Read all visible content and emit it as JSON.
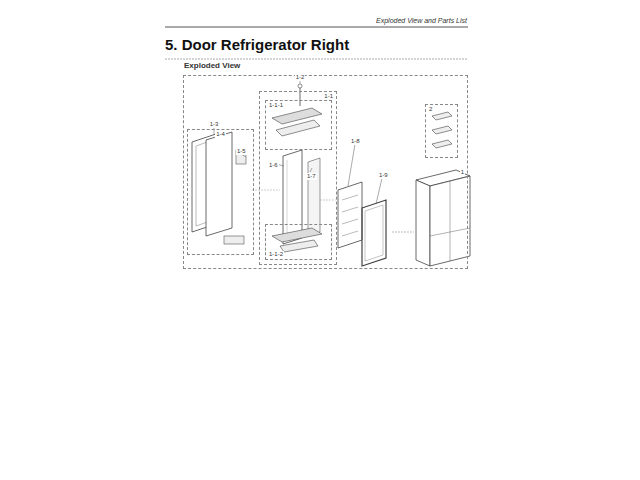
{
  "diagram": {
    "title": "5. Door Refrigerator Right",
    "nodes": [
      {
        "text": [
          "1"
        ]
      },
      {
        "text": [
          "1-4"
        ],
        "in": 0
      },
      {
        "text": [
          "1-1"
        ],
        "in": 0
      },
      {
        "text": [
          "1-1-1"
        ],
        "in": 2
      },
      {
        "text": [
          "1-1-2"
        ],
        "in": 2
      },
      {
        "text": [
          "2"
        ]
      }
    ],
    "labels": [
      "Exploded View and Parts List",
      "Exploded View",
      "1-2",
      "1-3",
      "1-5",
      "1-6",
      "1-7",
      "1-8",
      "1-9"
    ]
  }
}
